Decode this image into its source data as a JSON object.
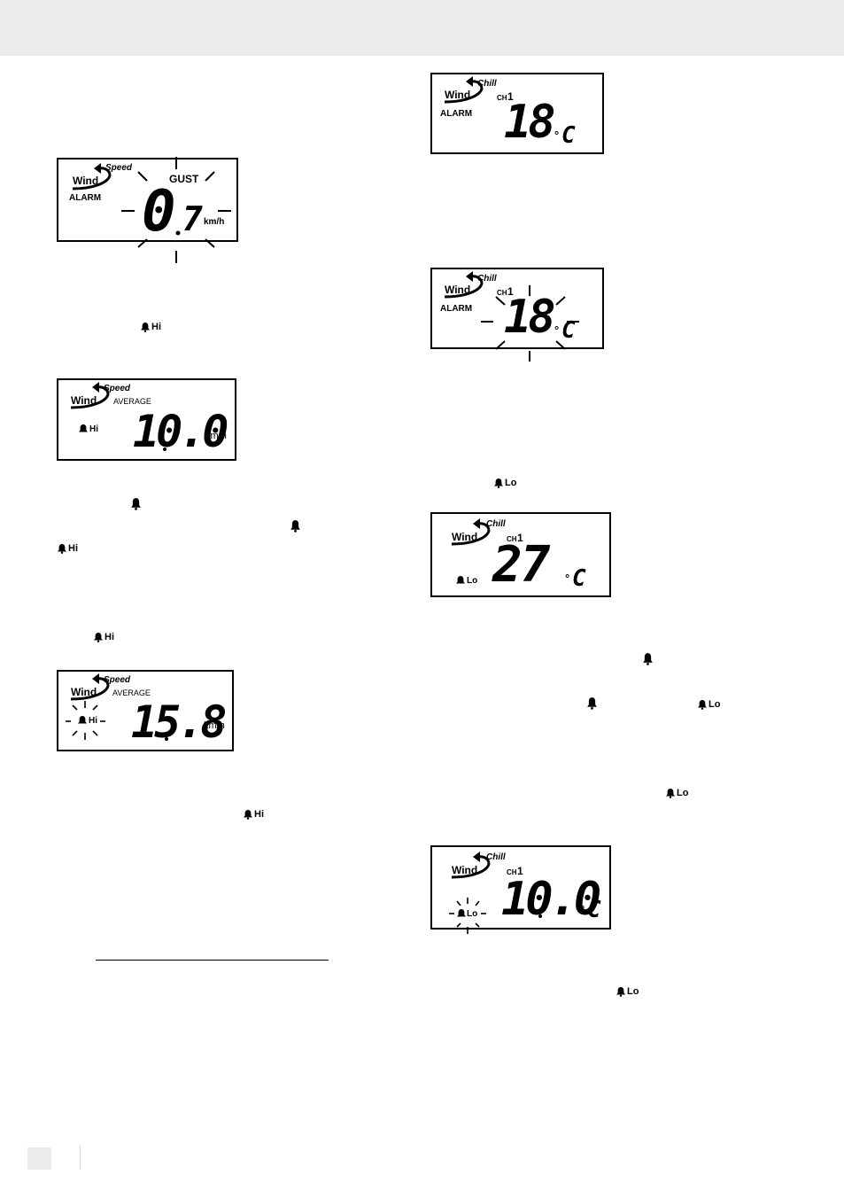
{
  "displays": {
    "gust_alarm": {
      "wind": "Wind",
      "speed": "Speed",
      "alarm": "ALARM",
      "gust": "GUST",
      "integer": "0",
      "decimal": "7",
      "unit": "km/h"
    },
    "average_hi": {
      "wind": "Wind",
      "speed": "Speed",
      "average": "AVERAGE",
      "alert": "Hi",
      "value": "10.0",
      "unit": "km/h"
    },
    "average_hi_flash": {
      "wind": "Wind",
      "speed": "Speed",
      "average": "AVERAGE",
      "alert": "Hi",
      "value": "15.8",
      "unit": "km/h"
    },
    "chill_alarm": {
      "wind": "Wind",
      "chill": "Chill",
      "channel": "CH",
      "channel_num": "1",
      "alarm": "ALARM",
      "value": "18",
      "degree": "°",
      "unit_letter": "C"
    },
    "chill_alarm_flash": {
      "wind": "Wind",
      "chill": "Chill",
      "channel": "CH",
      "channel_num": "1",
      "alarm": "ALARM",
      "value": "18",
      "degree": "°",
      "unit_letter": "C"
    },
    "chill_lo": {
      "wind": "Wind",
      "chill": "Chill",
      "channel": "CH",
      "channel_num": "1",
      "alert": "Lo",
      "value": "27",
      "degree": "°",
      "unit_letter": "C"
    },
    "chill_lo_flash": {
      "wind": "Wind",
      "chill": "Chill",
      "channel": "CH",
      "channel_num": "1",
      "alert": "Lo",
      "value": "10.0",
      "degree": "°",
      "unit_letter": "C"
    }
  },
  "inline_symbols": {
    "hi": "Hi",
    "lo": "Lo"
  }
}
